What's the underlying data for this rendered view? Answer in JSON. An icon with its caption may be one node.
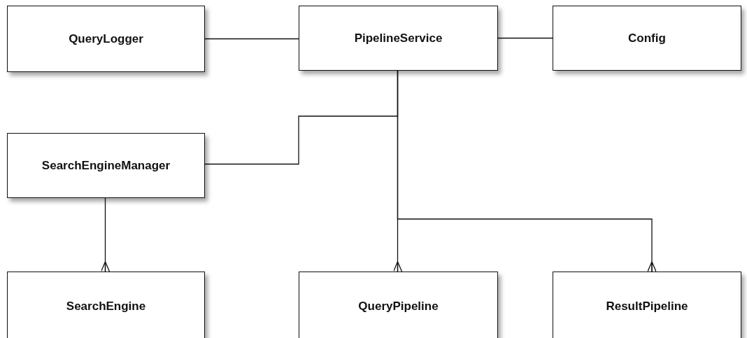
{
  "diagram": {
    "nodes": [
      {
        "text": [
          "QueryLogger"
        ]
      },
      {
        "text": [
          "PipelineService"
        ]
      },
      {
        "text": [
          "Config"
        ]
      },
      {
        "text": [
          "SearchEngineManager"
        ]
      },
      {
        "text": [
          "SearchEngine"
        ]
      },
      {
        "text": [
          "QueryPipeline"
        ]
      },
      {
        "text": [
          "ResultPipeline"
        ]
      }
    ],
    "edges": [
      {
        "from": 0,
        "to": 1,
        "arrow": "none"
      },
      {
        "from": 1,
        "to": 2,
        "arrow": "none"
      },
      {
        "from": 1,
        "to": 3,
        "arrow": "none"
      },
      {
        "from": 3,
        "to": 4,
        "arrow": "other"
      },
      {
        "from": 1,
        "to": 5,
        "arrow": "other"
      },
      {
        "from": 1,
        "to": 6,
        "arrow": "other"
      }
    ]
  }
}
